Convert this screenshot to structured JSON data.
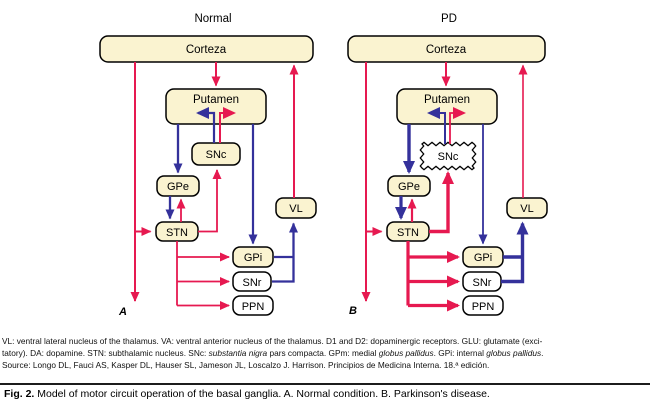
{
  "panels": [
    {
      "title": "Normal",
      "corner_label": "A",
      "nodes": {
        "corteza": "Corteza",
        "putamen": "Putamen",
        "snc": "SNc",
        "gpe": "GPe",
        "stn": "STN",
        "gpi": "GPi",
        "snr": "SNr",
        "ppn": "PPN",
        "vl": "VL"
      }
    },
    {
      "title": "PD",
      "corner_label": "B",
      "nodes": {
        "corteza": "Corteza",
        "putamen": "Putamen",
        "snc": "SNc",
        "gpe": "GPe",
        "stn": "STN",
        "gpi": "GPi",
        "snr": "SNr",
        "ppn": "PPN",
        "vl": "VL"
      }
    }
  ],
  "colors": {
    "excitatory_red": "#E61950",
    "inhibitory_blue": "#34319B",
    "node_fill_cream": "#FAF3D0",
    "node_fill_white": "#FFFFFF",
    "node_border": "#000000"
  },
  "legend": {
    "line1": "VL: ventral lateral nucleus of the thalamus. VA: ventral anterior nucleus of the thalamus. D1 and D2: dopaminergic receptors. GLU: glutamate (exci-",
    "line2": {
      "seg1": "tatory). DA: dopamine. STN: subthalamic nucleus. SNc: ",
      "seg2": "substantia nigra",
      "seg3": " pars compacta. GPm: medial ",
      "seg4": "globus pallidus",
      "seg5": ". GPi: internal ",
      "seg6": "globus pallidus",
      "seg7": "."
    },
    "line3": "Source: Longo DL, Fauci AS, Kasper DL, Hauser SL, Jameson JL, Loscalzo J. Harrison. Principios de Medicina Interna. 18.ª edición."
  },
  "caption": {
    "label": "Fig. 2.",
    "text": " Model of motor circuit operation of the basal ganglia. A. Normal condition. B. Parkinson's disease."
  }
}
